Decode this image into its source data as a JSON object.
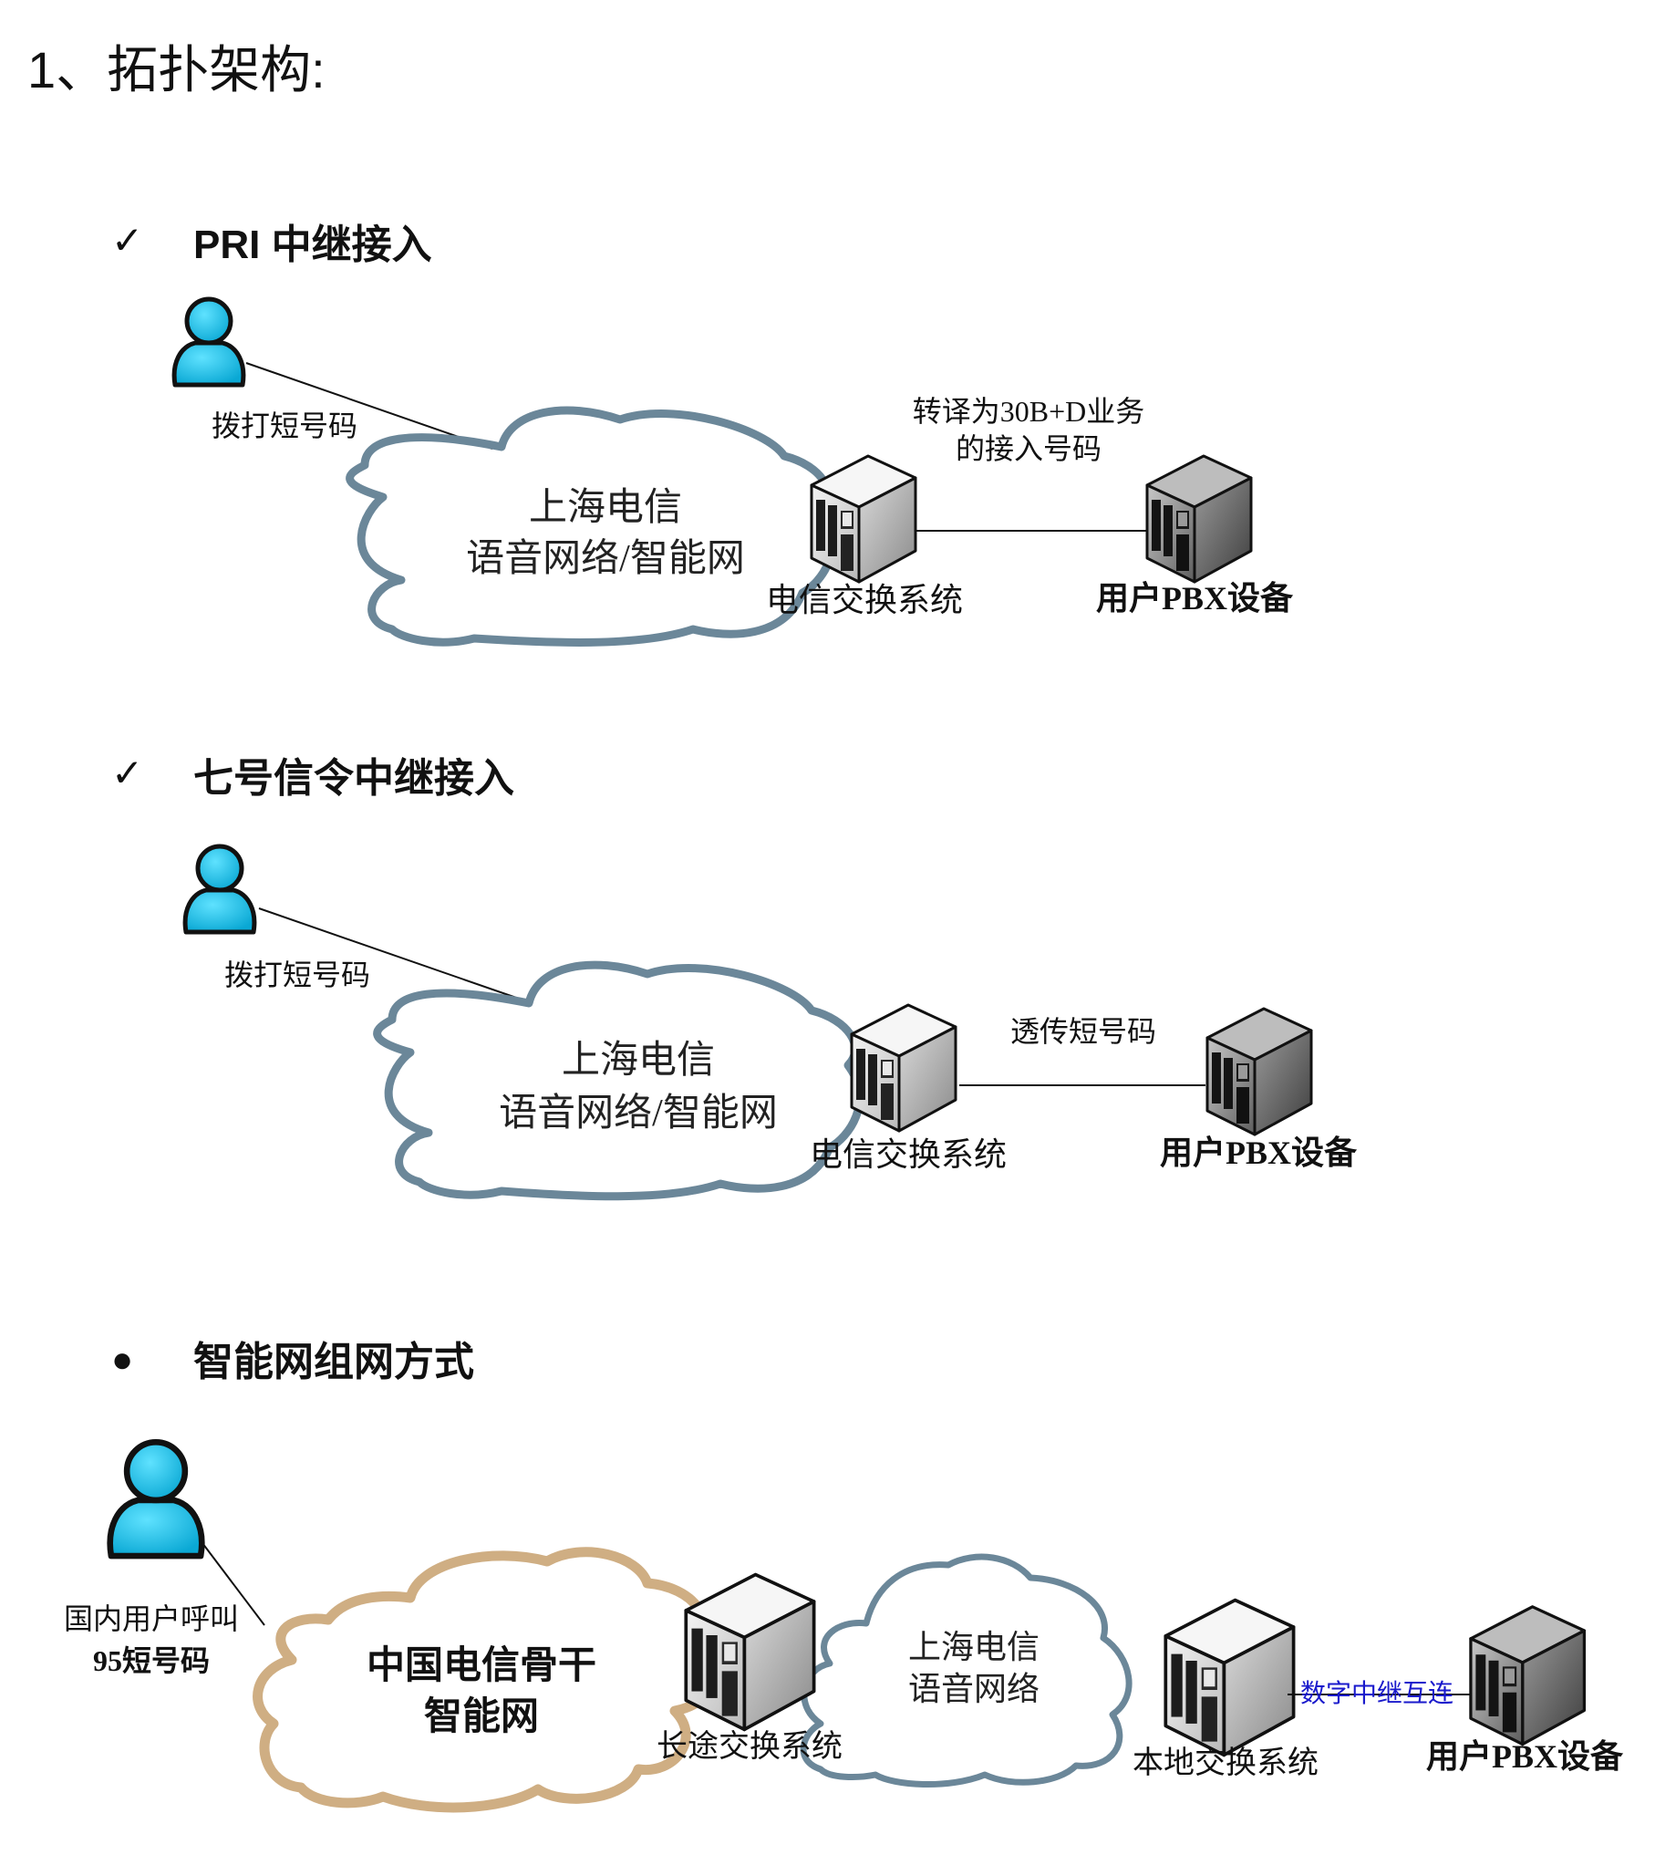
{
  "page_title": "1、拓扑架构:",
  "colors": {
    "person_fill": "#19b6de",
    "person_fill_dark": "#0d8fb8",
    "person_outline": "#111111",
    "cloud_stroke_blue": "#6b8799",
    "cloud_stroke_tan": "#cfae83",
    "label_blue": "#1a1acc",
    "text": "#111111"
  },
  "sections": [
    {
      "marker": "✓",
      "heading": "PRI 中继接入",
      "person_label": "拨打短号码",
      "cloud_line1": "上海电信",
      "cloud_line2": "语音网络/智能网",
      "switch_label": "电信交换系统",
      "link_label_line1": "转译为30B+D业务",
      "link_label_line2": "的接入号码",
      "pbx_label": "用户PBX设备"
    },
    {
      "marker": "✓",
      "heading": "七号信令中继接入",
      "person_label": "拨打短号码",
      "cloud_line1": "上海电信",
      "cloud_line2": "语音网络/智能网",
      "switch_label": "电信交换系统",
      "link_label": "透传短号码",
      "pbx_label": "用户PBX设备"
    },
    {
      "marker": "●",
      "heading": "智能网组网方式",
      "person_label_line1": "国内用户呼叫",
      "person_label_line2": "95短号码",
      "backbone_line1": "中国电信骨干",
      "backbone_line2": "智能网",
      "long_switch_label": "长途交换系统",
      "local_cloud_line1": "上海电信",
      "local_cloud_line2": "语音网络",
      "local_switch_label": "本地交换系统",
      "trunk_label": "数字中继互连",
      "pbx_label": "用户PBX设备"
    }
  ],
  "icons": [
    "person-icon",
    "server-icon",
    "cloud-icon",
    "checkmark-icon",
    "bullet-icon"
  ]
}
